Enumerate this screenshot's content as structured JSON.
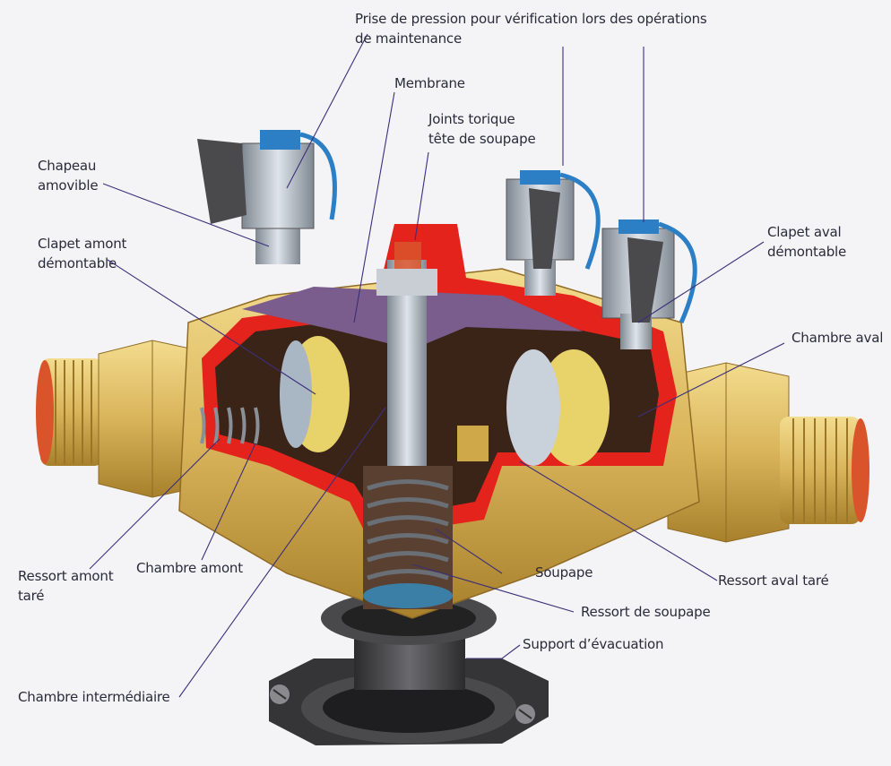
{
  "labels": {
    "prise_pression": {
      "line1": "Prise de pression pour vérification lors des opérations",
      "line2": "de maintenance"
    },
    "membrane": "Membrane",
    "joints": {
      "line1": "Joints torique",
      "line2": "tête de soupape"
    },
    "chapeau": {
      "line1": "Chapeau",
      "line2": "amovible"
    },
    "clapet_amont": {
      "line1": "Clapet amont",
      "line2": "démontable"
    },
    "clapet_aval": {
      "line1": "Clapet aval",
      "line2": "démontable"
    },
    "chambre_aval": "Chambre aval",
    "ressort_amont": {
      "line1": "Ressort amont",
      "line2": "taré"
    },
    "chambre_amont": "Chambre amont",
    "soupape": "Soupape",
    "ressort_aval": "Ressort aval taré",
    "ressort_soupape": "Ressort de soupape",
    "support": "Support d’évacuation",
    "chambre_intermediaire": "Chambre intermédiaire"
  },
  "colors": {
    "brass": "#d9b45a",
    "brass_dark": "#a8802c",
    "section_red": "#e3231c",
    "interior": "#3a2418",
    "steel": "#b9c0c8",
    "steel_dark": "#6d7680",
    "membrane": "#7a5d8c",
    "copper": "#d9542a",
    "leader": "#3b2f7a",
    "support": "#3c3c3e"
  }
}
